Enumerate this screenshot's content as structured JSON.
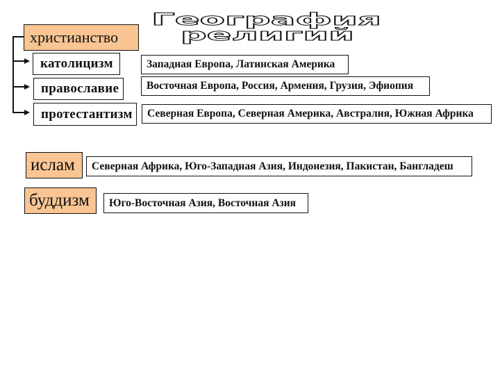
{
  "title": {
    "line1": "География",
    "line2": "религий"
  },
  "colors": {
    "religion_fill": "#f9c593",
    "branch_fill": "#ffffff",
    "border": "#111111"
  },
  "religions": [
    {
      "name": "христианство",
      "branches": [
        {
          "name": "католицизм",
          "regions": "Западная Европа, Латинская Америка"
        },
        {
          "name": "православие",
          "regions": "Восточная Европа, Россия, Армения, Грузия, Эфиопия"
        },
        {
          "name": "протестантизм",
          "regions": "Северная Европа, Северная Америка, Австралия, Южная Африка"
        }
      ]
    },
    {
      "name": "ислам",
      "regions": "Северная Африка, Юго-Западная Азия, Индонезия, Пакистан, Бангладеш"
    },
    {
      "name": "буддизм",
      "regions": "Юго-Восточная Азия, Восточная Азия"
    }
  ]
}
